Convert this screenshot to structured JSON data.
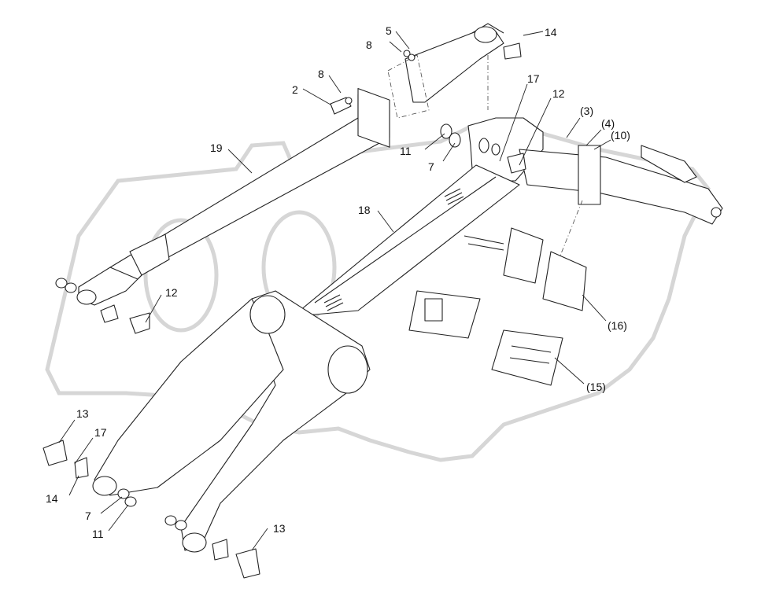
{
  "labels": {
    "l2": "2",
    "l3": "(3)",
    "l4": "(4)",
    "l5": "5",
    "l7a": "7",
    "l7b": "7",
    "l8a": "8",
    "l8b": "8",
    "l10": "(10)",
    "l11a": "11",
    "l11b": "11",
    "l12a": "12",
    "l12b": "12",
    "l13a": "13",
    "l13b": "13",
    "l14a": "14",
    "l14b": "14",
    "l15": "(15)",
    "l16": "(16)",
    "l17a": "17",
    "l17b": "17",
    "l18": "18",
    "l19": "19"
  }
}
